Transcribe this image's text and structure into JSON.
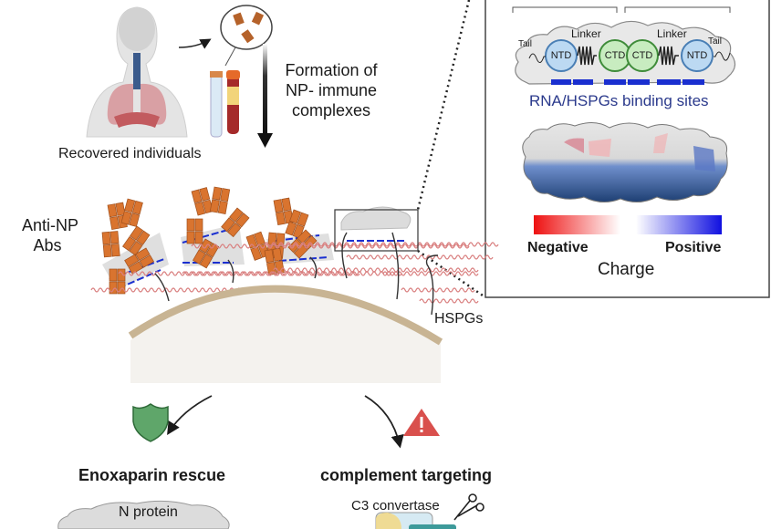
{
  "figure": {
    "donor": {
      "label": "Recovered individuals"
    },
    "process": {
      "arrow_label_lines": [
        "Formation of",
        "NP- immune",
        "complexes"
      ]
    },
    "complex": {
      "antibody_label_lines": [
        "Anti-NP",
        "Abs"
      ],
      "receptor_label": "HSPGs"
    },
    "inset": {
      "structure": {
        "left_tail": "Tail",
        "right_tail": "Tail",
        "left_linker": "Linker",
        "right_linker": "Linker",
        "domains": [
          "NTD",
          "CTD",
          "CTD",
          "NTD"
        ],
        "binding_label": "RNA/HSPGs binding sites"
      },
      "charge_legend": {
        "negative_label": "Negative",
        "positive_label": "Positive",
        "title": "Charge",
        "negative_color": "#ee1111",
        "positive_color": "#1010e0"
      }
    },
    "outcomes": {
      "rescue": {
        "icon": "shield-icon",
        "title": "Enoxaparin rescue",
        "sub_label": "N protein",
        "icon_color": "#5fa66a"
      },
      "risk": {
        "icon": "warning-triangle-icon",
        "title": "complement targeting",
        "sub_label": "C3 convertase",
        "extra_icon": "scissors-icon",
        "icon_color": "#d9504d"
      }
    }
  }
}
